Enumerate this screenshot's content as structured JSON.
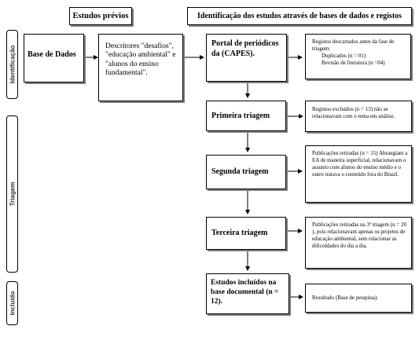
{
  "headers": {
    "previous": "Estudos prévios",
    "identification": "Identificação dos estudos através de bases de dados e registos"
  },
  "sections": {
    "identification": "Identificação",
    "screening": "Triagem",
    "included": "Incluído"
  },
  "database": "Base de Dados",
  "descriptors": "Descritores \"desafios\", \"educação ambiental\" e \"alunos do ensino fundamental\".",
  "portal": "Portal de periódicos da (CAPES).",
  "discarded": {
    "title": "Registos descartados antes da fase de triagem:",
    "line1": "Duplicados (n = 01)",
    "line2": "Revisão de literatura (n =04)"
  },
  "first_screening": "Primeira triagem",
  "excluded": "Registos excluídos (n = 13) não se relacionavam com o tema em análise.",
  "second_screening": "Segunda triagem",
  "withdrawn1": "Publicações retiradas (n = 15) Abrangiam a EA de maneira superficial, relacionavam o assunto com alunos do ensino médio e o outro tratava o conteúdo fora do Brasil.",
  "third_screening": "Terceira triagem",
  "withdrawn2": "Publicações retiradas na 3ª triagem (n = 20 ), pois relacionavam apenas os projetos de educação ambiental, sem relacionar as dificuldades do dia a dia.",
  "included_studies": "Estudos incluídos na base documental (n = 12).",
  "result": "Resultado (Base de pesquisa)."
}
